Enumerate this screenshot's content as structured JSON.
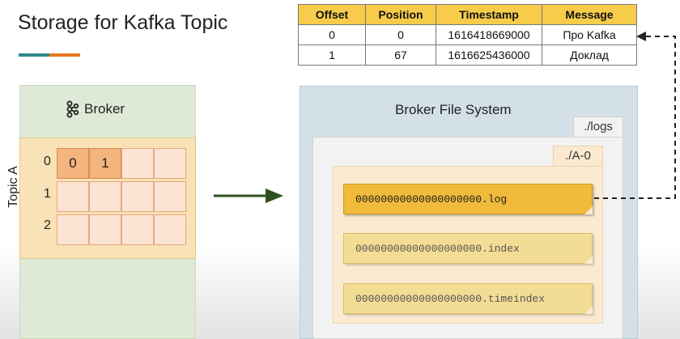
{
  "title": "Storage for Kafka Topic",
  "table": {
    "headers": [
      "Offset",
      "Position",
      "Timestamp",
      "Message"
    ],
    "rows": [
      [
        "0",
        "0",
        "1616418669000",
        "Про Kafka"
      ],
      [
        "1",
        "67",
        "1616625436000",
        "Доклад"
      ]
    ]
  },
  "broker": {
    "icon": "kafka-icon",
    "label": "Broker",
    "topic_label": "Topic A",
    "partitions": [
      {
        "label": "0",
        "messages": [
          "0",
          "1"
        ]
      },
      {
        "label": "1",
        "messages": []
      },
      {
        "label": "2",
        "messages": []
      }
    ]
  },
  "file_system": {
    "title": "Broker File System",
    "logs_folder": "./logs",
    "partition_folder": "./A-0",
    "files": [
      {
        "name": "00000000000000000000.log",
        "active": true
      },
      {
        "name": "00000000000000000000.index",
        "active": false
      },
      {
        "name": "00000000000000000000.timeindex",
        "active": false
      }
    ]
  },
  "colors": {
    "accent_teal": "#2e8b8b",
    "accent_orange": "#e8781e",
    "table_header": "#f7cc4a",
    "arrow": "#2f4f1f"
  }
}
